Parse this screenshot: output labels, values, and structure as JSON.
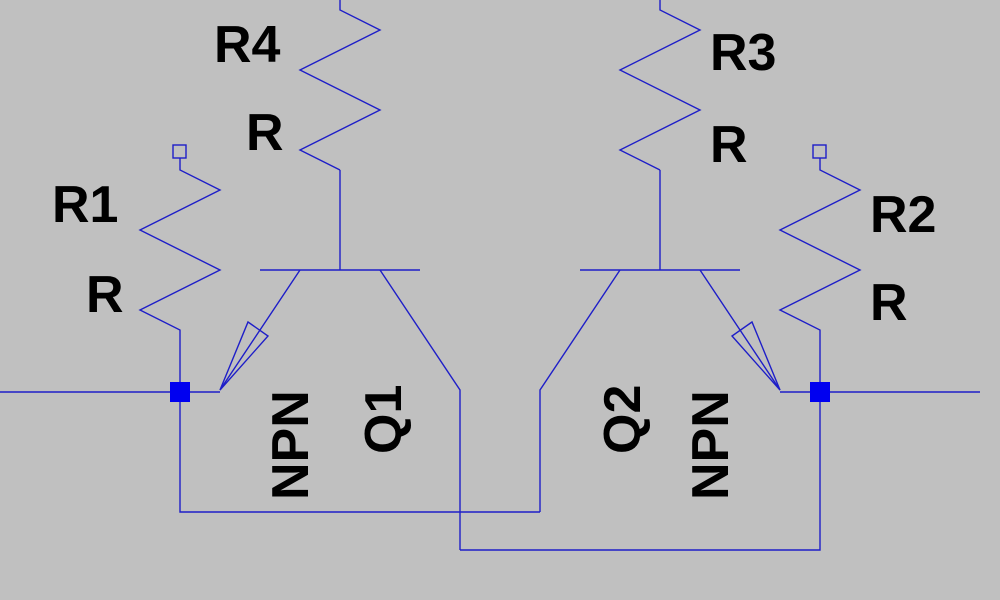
{
  "colors": {
    "background": "#c0c0c0",
    "wire": "#1e1ec8",
    "junction": "#0000f0",
    "text": "#000000"
  },
  "resistors": [
    {
      "ref": "R1",
      "value": "R"
    },
    {
      "ref": "R2",
      "value": "R"
    },
    {
      "ref": "R3",
      "value": "R"
    },
    {
      "ref": "R4",
      "value": "R"
    }
  ],
  "transistors": [
    {
      "ref": "Q1",
      "type": "NPN"
    },
    {
      "ref": "Q2",
      "type": "NPN"
    }
  ]
}
